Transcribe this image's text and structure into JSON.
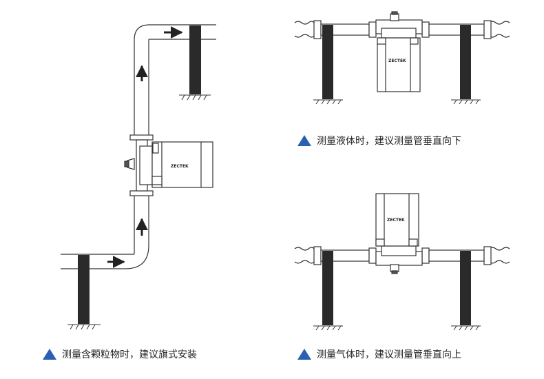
{
  "captions": {
    "solids_flag": "测量含颗粒物时，建议旗式安装",
    "liquid_down": "测量液体时，建议测量管垂直向下",
    "gas_up": "测量气体时，建议测量管垂直向上"
  },
  "brand": "ZECTEK",
  "colors": {
    "accent": "#2b5fb4",
    "line": "#333333",
    "pillar": "#2a2a2a"
  }
}
